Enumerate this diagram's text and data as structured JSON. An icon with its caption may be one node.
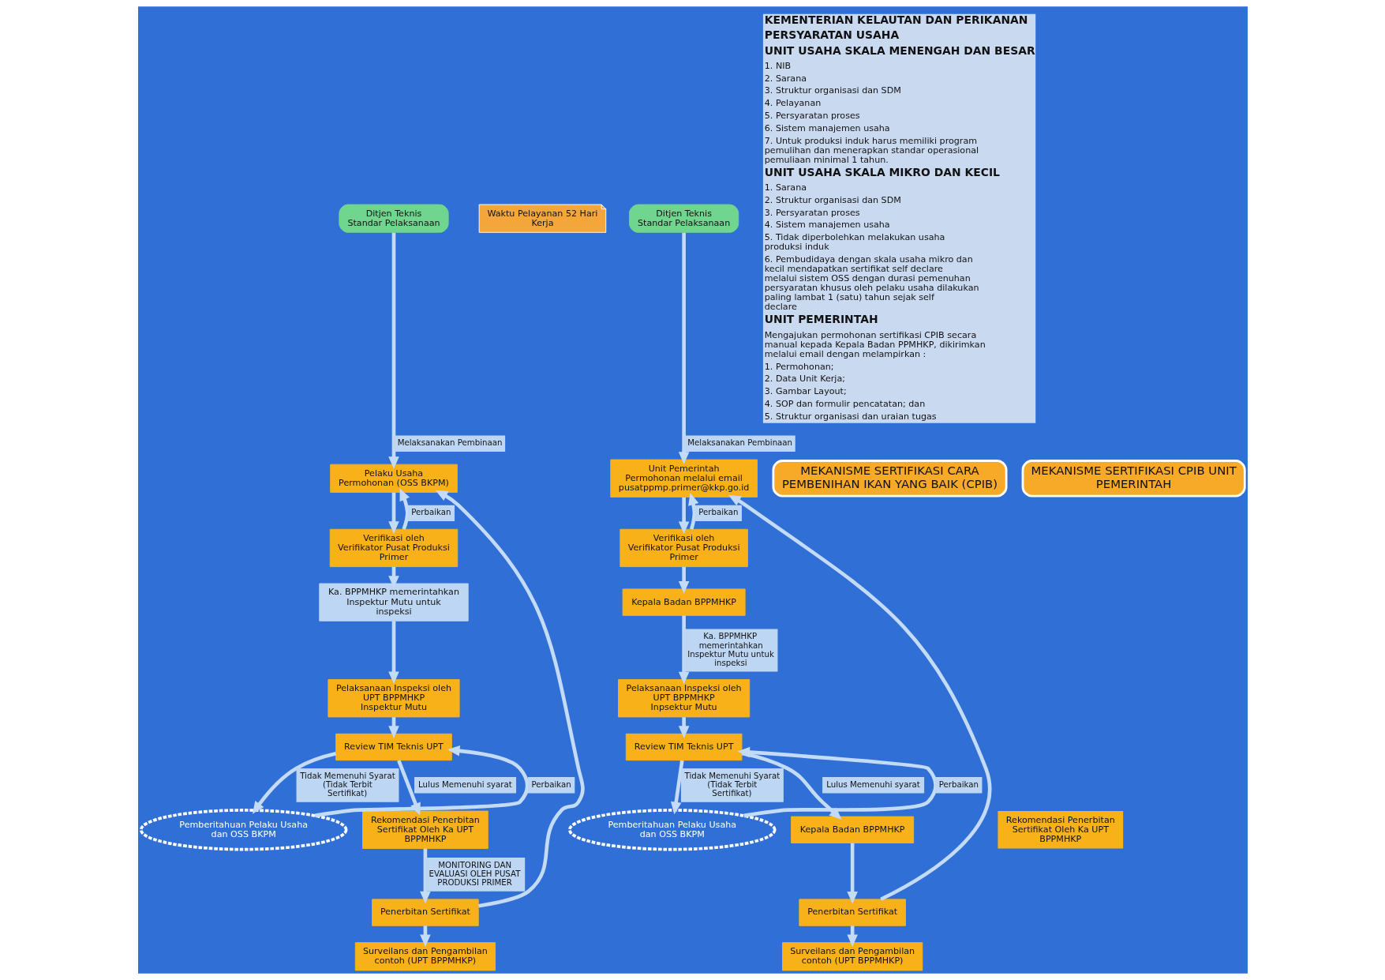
{
  "diagram": {
    "nodes": [
      {
        "text": [
          "Ditjen Teknis",
          "Standar Pelaksanaan"
        ]
      },
      {
        "text": [
          "Pelaku Usaha",
          "Permohonan (OSS BKPM)"
        ]
      },
      {
        "text": [
          "Verifikasi oleh Verifikator Pusat Produksi Primer"
        ]
      },
      {
        "text": [
          "Ka. BPPMHKP memerintahkan Inspektur Mutu untuk inspeksi"
        ]
      },
      {
        "text": [
          "Pelaksanaan Inspeksi oleh UPT BPPMHKP",
          "Inspektur Mutu"
        ]
      },
      {
        "text": [
          "Review TIM Teknis UPT"
        ]
      },
      {
        "text": [
          "Pemberitahuan Pelaku Usaha dan OSS BKPM"
        ]
      },
      {
        "text": [
          "Rekomendasi Penerbitan Sertifikat Oleh Ka UPT BPPMHKP"
        ]
      },
      {
        "text": [
          "Penerbitan Sertifikat"
        ]
      },
      {
        "text": [
          "Surveilans dan Pengambilan contoh (UPT BPPMHKP)"
        ]
      },
      {
        "text": [
          "Waktu Pelayanan 52 Hari Kerja"
        ]
      },
      {
        "text": [
          "Ditjen Teknis",
          "Standar Pelaksanaan"
        ]
      },
      {
        "text": [
          "Unit Pemerintah",
          "Permohonan melalui email pusatppmp.primer@kkp.go.id"
        ]
      },
      {
        "text": [
          "Verifikasi oleh Verifikator Pusat Produksi Primer"
        ]
      },
      {
        "text": [
          "Kepala Badan BPPMHKP"
        ]
      },
      {
        "text": [
          "Pelaksanaan Inspeksi oleh UPT BPPMHKP",
          "Inpsektur Mutu"
        ]
      },
      {
        "text": [
          "Review TIM Teknis UPT"
        ]
      },
      {
        "text": [
          "Pemberitahuan Pelaku Usaha dan OSS BKPM"
        ]
      },
      {
        "text": [
          "Kepala Badan BPPMHKP"
        ]
      },
      {
        "text": [
          "Penerbitan Sertifikat"
        ]
      },
      {
        "text": [
          "Surveilans dan Pengambilan contoh (UPT BPPMHKP)"
        ]
      }
    ],
    "edges": [
      {
        "from": 0,
        "to": 1,
        "arrow": "to",
        "label": "Melaksanakan Pembinaan"
      },
      {
        "from": 1,
        "to": 2,
        "arrow": "to"
      },
      {
        "from": 2,
        "to": 1,
        "arrow": "to",
        "label": "Perbaikan"
      },
      {
        "from": 2,
        "to": 3,
        "arrow": "to"
      },
      {
        "from": 3,
        "to": 4,
        "arrow": "to"
      },
      {
        "from": 4,
        "to": 5,
        "arrow": "to"
      },
      {
        "from": 5,
        "to": 6,
        "arrow": "to",
        "label": "Tidak Memenuhi Syarat (Tidak Terbit Sertifikat)"
      },
      {
        "from": 6,
        "to": 5,
        "arrow": "to",
        "label": "Perbaikan"
      },
      {
        "from": 5,
        "to": 7,
        "arrow": "to",
        "label": "Lulus Memenuhi syarat"
      },
      {
        "from": 7,
        "to": 8,
        "arrow": "to",
        "label": "MONITORING DAN EVALUASI OLEH PUSAT PRODUKSI PRIMER"
      },
      {
        "from": 8,
        "to": 1,
        "arrow": "to"
      },
      {
        "from": 8,
        "to": 9,
        "arrow": "to"
      },
      {
        "from": 11,
        "to": 12,
        "arrow": "to",
        "label": "Melaksanakan Pembinaan"
      },
      {
        "from": 12,
        "to": 13,
        "arrow": "to"
      },
      {
        "from": 13,
        "to": 12,
        "arrow": "to",
        "label": "Perbaikan"
      },
      {
        "from": 13,
        "to": 14,
        "arrow": "to"
      },
      {
        "from": 14,
        "to": 15,
        "arrow": "to",
        "label": "Ka. BPPMHKP memerintahkan Inspektur Mutu untuk inspeksi"
      },
      {
        "from": 15,
        "to": 16,
        "arrow": "to"
      },
      {
        "from": 16,
        "to": 17,
        "arrow": "to",
        "label": "Tidak Memenuhi Syarat (Tidak Terbit Sertifikat)"
      },
      {
        "from": 17,
        "to": 16,
        "arrow": "to",
        "label": "Perbaikan"
      },
      {
        "from": 16,
        "to": 18,
        "arrow": "to",
        "label": "Lulus Memenuhi syarat"
      },
      {
        "from": 18,
        "to": 19,
        "arrow": "to"
      },
      {
        "from": 19,
        "to": 12,
        "arrow": "to"
      },
      {
        "from": 19,
        "to": 20,
        "arrow": "to"
      }
    ],
    "labels": [
      "KEMENTERIAN KELAUTAN DAN PERIKANAN",
      "PERSYARATAN USAHA",
      "UNIT USAHA SKALA MENENGAH DAN BESAR",
      "1. NIB",
      "2. Sarana",
      "3. Struktur organisasi dan SDM",
      "4. Pelayanan",
      "5. Persyaratan proses",
      "6. Sistem manajemen usaha",
      "7. Untuk produksi induk harus memiliki program pemulihan dan menerapkan standar operasional pemuliaan minimal 1 tahun.",
      "UNIT USAHA SKALA MIKRO DAN KECIL",
      "1. Sarana",
      "2. Struktur organisasi dan SDM",
      "3. Persyaratan proses",
      "4. Sistem manajemen usaha",
      "5. Tidak diperbolehkan melakukan usaha produksi induk",
      "6. Pembudidaya dengan skala usaha mikro dan kecil mendapatkan sertifikat self declare melalui sistem OSS dengan durasi pemenuhan persyaratan khusus oleh pelaku usaha dilakukan paling lambat 1 (satu) tahun sejak self declare",
      "UNIT PEMERINTAH",
      "Mengajukan permohonan sertifikasi CPIB secara manual kepada Kepala Badan PPMHKP, dikirimkan melalui email dengan melampirkan :",
      "1. Permohonan;",
      "2. Data Unit Kerja;",
      "3. Gambar Layout;",
      "4. SOP dan formulir pencatatan; dan",
      "5. Struktur organisasi dan uraian tugas",
      "MEKANISME SERTIFIKASI CARA PEMBENIHAN IKAN YANG BAIK (CPIB)",
      "MEKANISME SERTIFIKASI CPIB UNIT PEMERINTAH",
      "Rekomendasi Penerbitan Sertifikat Oleh Ka UPT BPPMHKP"
    ]
  }
}
